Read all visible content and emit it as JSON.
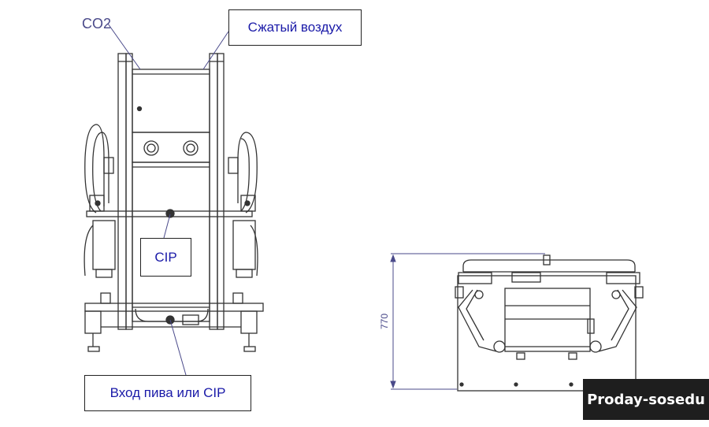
{
  "labels": {
    "co2": "CO2",
    "compressed_air": "Сжатый воздух",
    "cip": "CIP",
    "beer_inlet": "Вход пива или CIP",
    "dimension_height": "770"
  },
  "watermark": "Proday-sosedu",
  "colors": {
    "line": "#333333",
    "label_text": "#1a1aa8",
    "leader": "#4a4a8a",
    "watermark_bg": "#1e1e1e"
  }
}
